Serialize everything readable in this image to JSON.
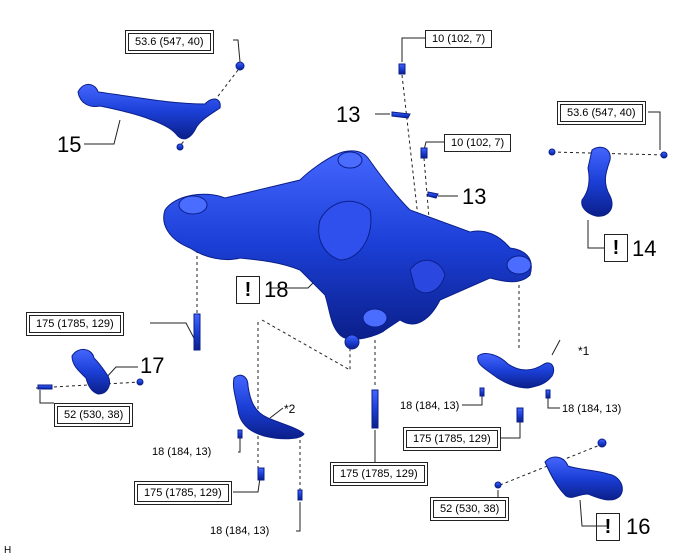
{
  "torque_specs": {
    "t_53_6_a": "53.6 (547, 40)",
    "t_10_a": "10 (102, 7)",
    "t_10_b": "10 (102, 7)",
    "t_53_6_b": "53.6 (547, 40)",
    "t_175_left": "175 (1785, 129)",
    "t_52_left": "52 (530, 38)",
    "t_18_mid_left": "18 (184, 13)",
    "t_175_mid_left": "175 (1785, 129)",
    "t_18_bottom_left": "18 (184, 13)",
    "t_175_center": "175 (1785, 129)",
    "t_18_right_a": "18 (184, 13)",
    "t_18_right_b": "18 (184, 13)",
    "t_175_right": "175 (1785, 129)",
    "t_52_right": "52 (530, 38)"
  },
  "callouts": {
    "c13_a": "13",
    "c13_b": "13",
    "c14": "14",
    "c15": "15",
    "c16": "16",
    "c17": "17",
    "c18": "18"
  },
  "warning_symbol": "!",
  "notes": {
    "star1": "*1",
    "star2": "*2",
    "corner": "H"
  },
  "colors": {
    "part_blue": "#1b3fd6",
    "part_dark": "#0b1f8a",
    "line": "#222222"
  }
}
